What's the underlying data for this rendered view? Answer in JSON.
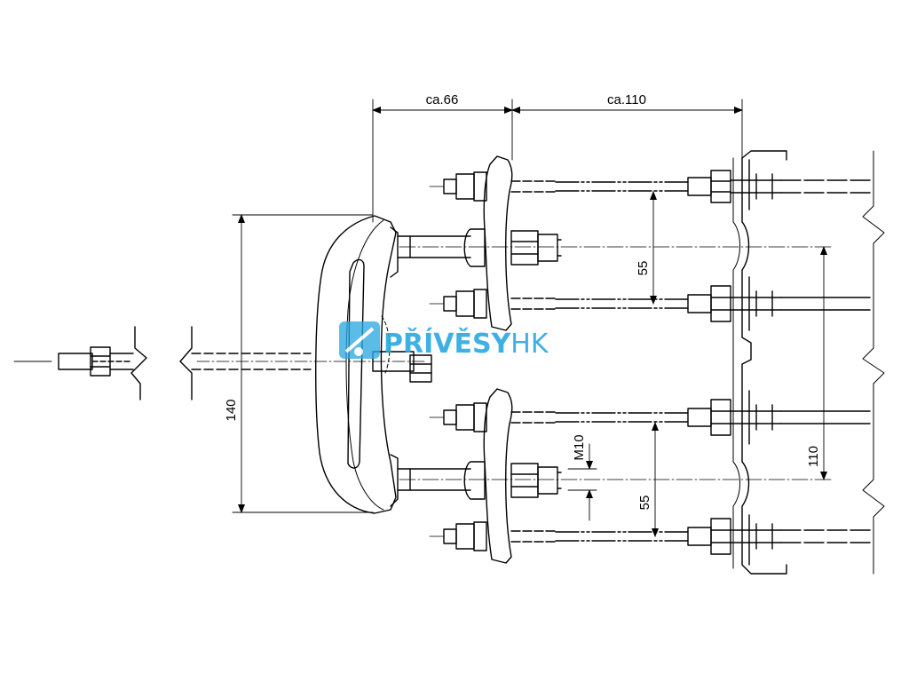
{
  "dimensions": {
    "top_left": "ca.66",
    "top_right": "ca.110",
    "height_total": "140",
    "upper_spacing": "55",
    "lower_spacing": "55",
    "right_spacing": "110",
    "thread": "M10"
  },
  "watermark": {
    "brand_main": "PŘÍVĚSY",
    "brand_suffix": "HK",
    "color": "#2aa8e0"
  },
  "line_color": "#000000"
}
